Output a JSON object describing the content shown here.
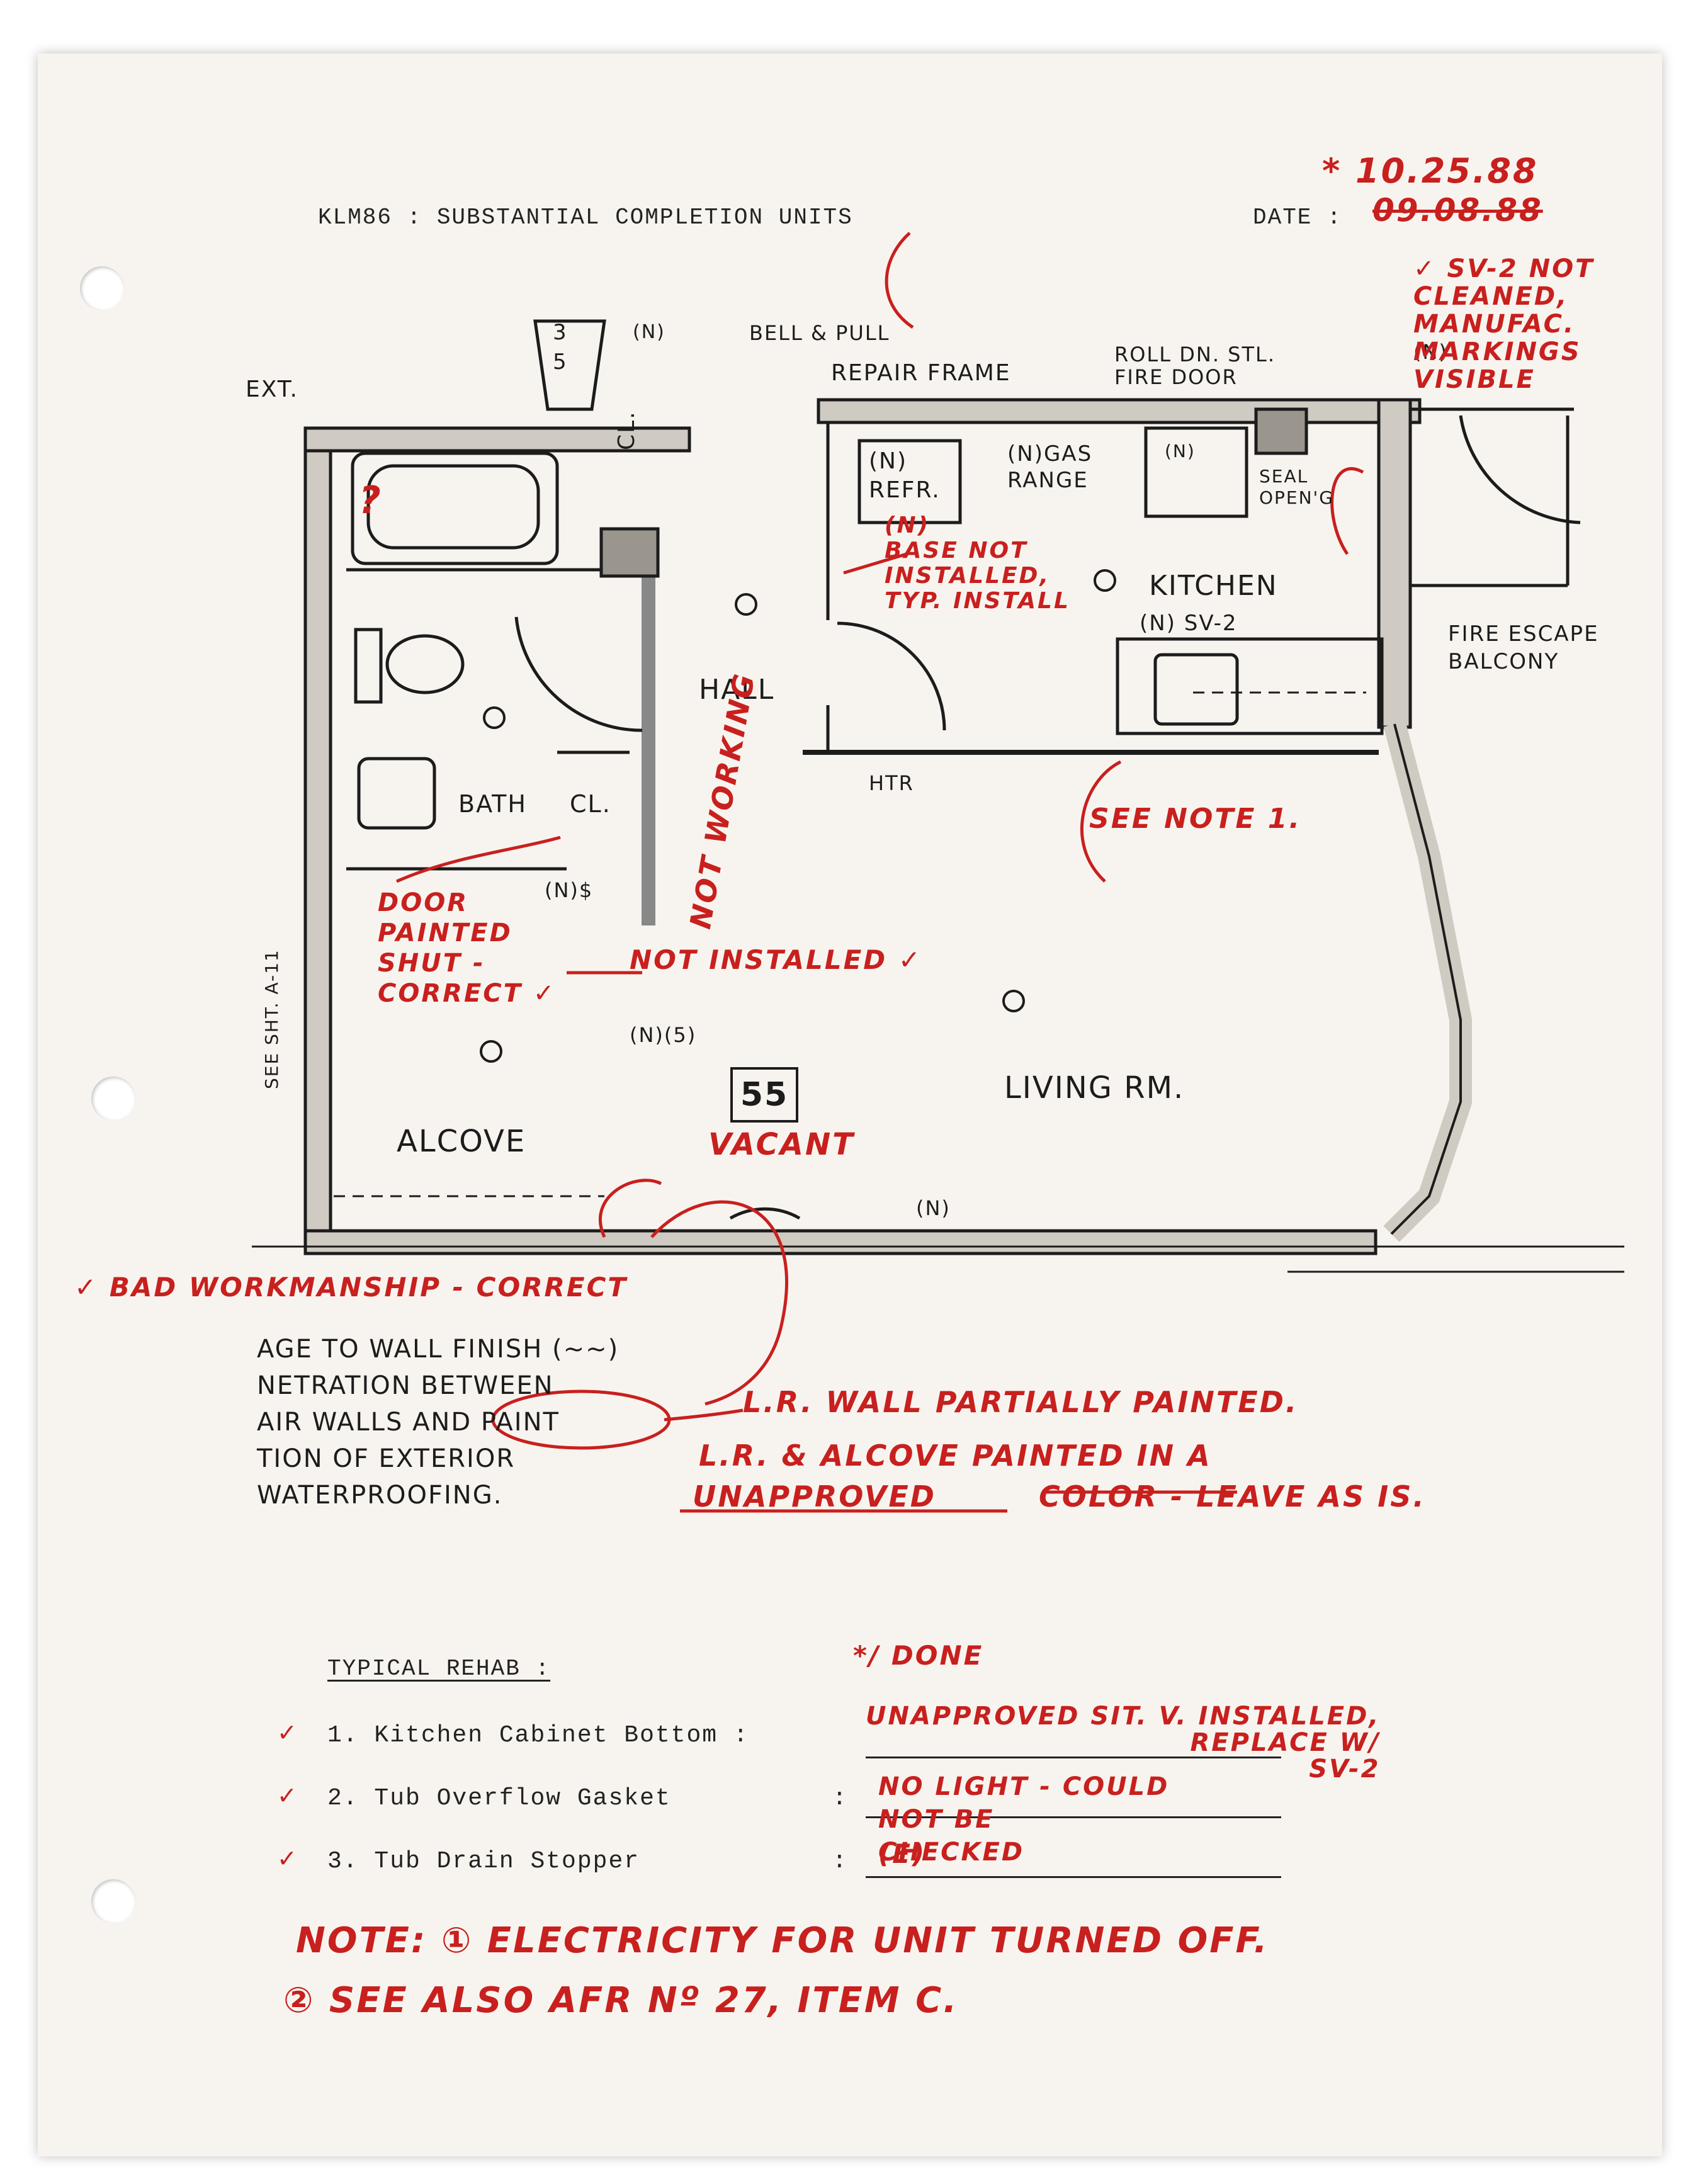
{
  "header": {
    "title": "KLM86  : SUBSTANTIAL COMPLETION UNITS",
    "date_label": "DATE :",
    "date_original": "09.08.88",
    "date_revised": "* 10.25.88"
  },
  "plan": {
    "unit_number": "55",
    "rooms": {
      "kitchen": "KITCHEN",
      "hall": "HALL",
      "bath": "BATH",
      "closet_1": "CL.",
      "closet_2": "CL.",
      "alcove": "ALCOVE",
      "living": "LIVING RM."
    },
    "labels": {
      "bell_pull": "BELL & PULL",
      "repair_frame": "REPAIR FRAME",
      "fire_door": "ROLL DN. STL.\nFIRE DOOR",
      "ext": "EXT.",
      "refr": "(N)\nREFR.",
      "gas_range": "(N)GAS\nRANGE",
      "sv2": "(N) SV-2",
      "seal": "SEAL\nOPEN'G",
      "fire_escape": "FIRE ESCAPE\nBALCONY",
      "htr": "HTR",
      "n_dollar": "(N)$",
      "n_five": "(N)(5)",
      "n_phi": "(N)",
      "see_sht": "SEE SHT. A-11",
      "stair_top": "3",
      "stair_bot": "5",
      "n_top": "(N)",
      "n_right": "(N)",
      "n_refr_box": "(N)"
    }
  },
  "notes_printed": {
    "line1": "AGE TO WALL FINISH (~~)",
    "line2": "NETRATION BETWEEN",
    "line3": "AIR WALLS AND PAINT",
    "line4": "TION OF EXTERIOR",
    "line5": "WATERPROOFING."
  },
  "typical_rehab": {
    "heading": "TYPICAL REHAB :",
    "items": [
      {
        "label": "1.   Kitchen Cabinet Bottom :",
        "check": "✓",
        "answer": "UNAPPROVED SIT. V. INSTALLED,\nREPLACE W/\nSV-2"
      },
      {
        "label": "2.   Tub Overflow Gasket",
        "check": "✓",
        "answer": "NO LIGHT - COULD\nNOT BE\nCHECKED"
      },
      {
        "label": "3.   Tub Drain Stopper",
        "check": "✓",
        "answer": "(E)"
      }
    ],
    "done_mark": "*/ DONE"
  },
  "handwritten": {
    "sv2_note": "✓ SV-2 NOT\nCLEANED,\nMANUFAC.\nMARKINGS\nVISIBLE",
    "base_note": "(N)\nBASE NOT\nINSTALLED,\nTYP. INSTALL",
    "see_note": "SEE NOTE 1.",
    "not_working": "NOT WORKING",
    "door_note": "DOOR\nPAINTED\nSHUT -\nCORRECT ✓",
    "not_installed": "NOT INSTALLED ✓",
    "vacant": "VACANT",
    "bad_work": "✓ BAD WORKMANSHIP - CORRECT",
    "lr_wall": "L.R. WALL PARTIALLY PAINTED.",
    "lr_alcove": "L.R. & ALCOVE PAINTED IN A",
    "unapproved": "UNAPPROVED",
    "color_leave": "COLOR - LEAVE AS IS.",
    "question": "?",
    "note_line1": "NOTE: ① ELECTRICITY FOR UNIT TURNED OFF.",
    "note_line2": "② SEE ALSO AFR Nº 27, ITEM C."
  },
  "colors": {
    "ink": "#1c1c1c",
    "red_pen": "#c8201e",
    "paper": "#f7f4ef"
  }
}
